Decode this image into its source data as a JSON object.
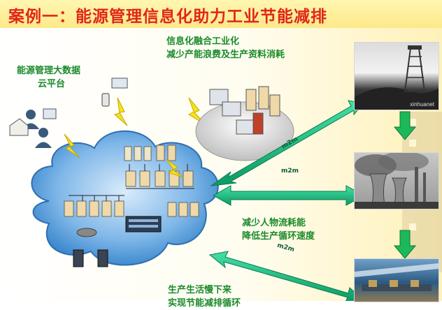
{
  "title": "案例一：能源管理信息化助力工业节能减排",
  "labels": {
    "platform": [
      "能源管理大数据",
      "云平台"
    ],
    "integration": [
      "信息化融合工业化",
      "减少产能浪费及生产资料消耗"
    ],
    "logistics": [
      "减少人物流耗能",
      "降低生产循环速度"
    ],
    "life": [
      "生产生活慢下来",
      "实现节能减排循环"
    ]
  },
  "arrow_tags": [
    "m2m",
    "m2m",
    "m2m"
  ],
  "photos": [
    {
      "id": "coal-mine",
      "watermark": "xinhuanet"
    },
    {
      "id": "power-plant"
    },
    {
      "id": "factory-floor"
    }
  ],
  "colors": {
    "title": "#e0261a",
    "label": "#1a8a2a",
    "arrow": "#12b07a",
    "cloud": "#2f7fc8"
  }
}
